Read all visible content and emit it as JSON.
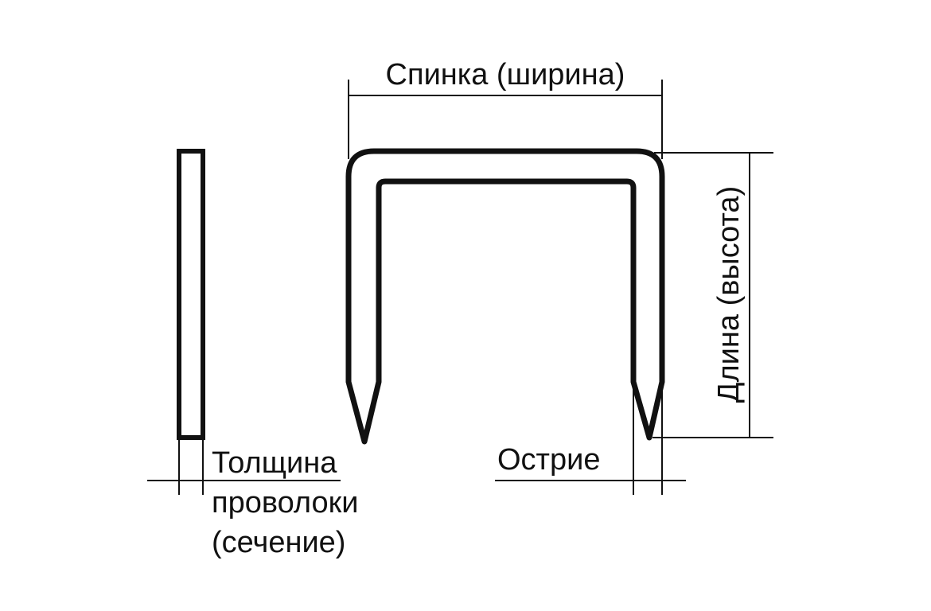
{
  "labels": {
    "width": "Спинка (ширина)",
    "length": "Длина (высота)",
    "point": "Острие",
    "thickness_line1": "Толщина",
    "thickness_line2": "проволоки",
    "thickness_line3": "(сечение)"
  },
  "colors": {
    "stroke": "#111111",
    "background": "#ffffff"
  }
}
